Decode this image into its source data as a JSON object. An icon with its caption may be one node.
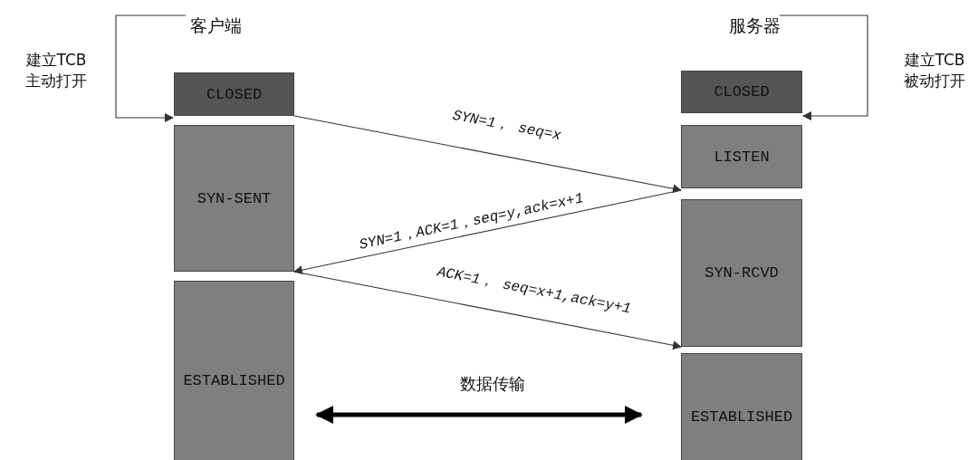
{
  "diagram": {
    "nodes": [
      {
        "text": [
          "客户端"
        ]
      },
      {
        "text": [
          "CLOSED"
        ]
      },
      {
        "text": [
          "SYN-SENT"
        ]
      },
      {
        "text": [
          "ESTABLISHED"
        ]
      },
      {
        "text": [
          "服务器"
        ]
      },
      {
        "text": [
          "CLOSED"
        ]
      },
      {
        "text": [
          "LISTEN"
        ]
      },
      {
        "text": [
          "SYN-RCVD"
        ]
      },
      {
        "text": [
          "ESTABLISHED"
        ]
      }
    ],
    "edges": [
      {
        "from": 0,
        "to": 1,
        "arrow": "to",
        "label": "建立TCB 主动打开"
      },
      {
        "from": 4,
        "to": 5,
        "arrow": "to",
        "label": "建立TCB 被动打开"
      },
      {
        "from": 1,
        "to": 7,
        "arrow": "to",
        "label": "SYN=1， seq=x"
      },
      {
        "from": 7,
        "to": 3,
        "arrow": "to",
        "label": "SYN=1，ACK=1，seq=y,ack=x+1"
      },
      {
        "from": 3,
        "to": 8,
        "arrow": "to",
        "label": "ACK=1， seq=x+1,ack=y+1"
      },
      {
        "from": 3,
        "to": 8,
        "arrow": "both",
        "style": "thick",
        "label": "数据传输"
      }
    ]
  }
}
